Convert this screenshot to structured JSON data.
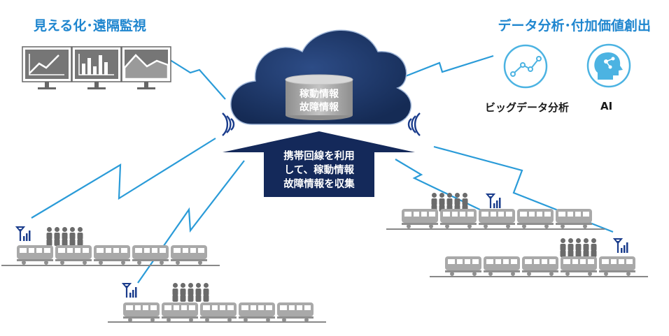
{
  "headings": {
    "left": "見える化･遠隔監視",
    "right": "データ分析･付加価値創出"
  },
  "cloud": {
    "database_lines": [
      "稼動情報",
      "故障情報"
    ]
  },
  "arrow": {
    "lines": [
      "携帯回線を利用",
      "して、稼動情報",
      "故障情報を収集"
    ]
  },
  "analysis": {
    "bigdata_label": "ビッグデータ分析",
    "ai_label": "AI"
  },
  "icons": {
    "monitors": [
      "line-chart-icon",
      "bar-chart-icon",
      "area-chart-icon"
    ],
    "bigdata": "scatter-line-icon",
    "ai": "ai-head-icon",
    "antenna": "antenna-icon",
    "wifi": "wireless-signal-icon",
    "person": "person-icon",
    "train": "train-car-icon"
  },
  "colors": {
    "heading": "#1f86cf",
    "cloud": "#1b3566",
    "link": "#2a9bd8",
    "train": "#a9a9a9",
    "people": "#6b6b6b"
  }
}
